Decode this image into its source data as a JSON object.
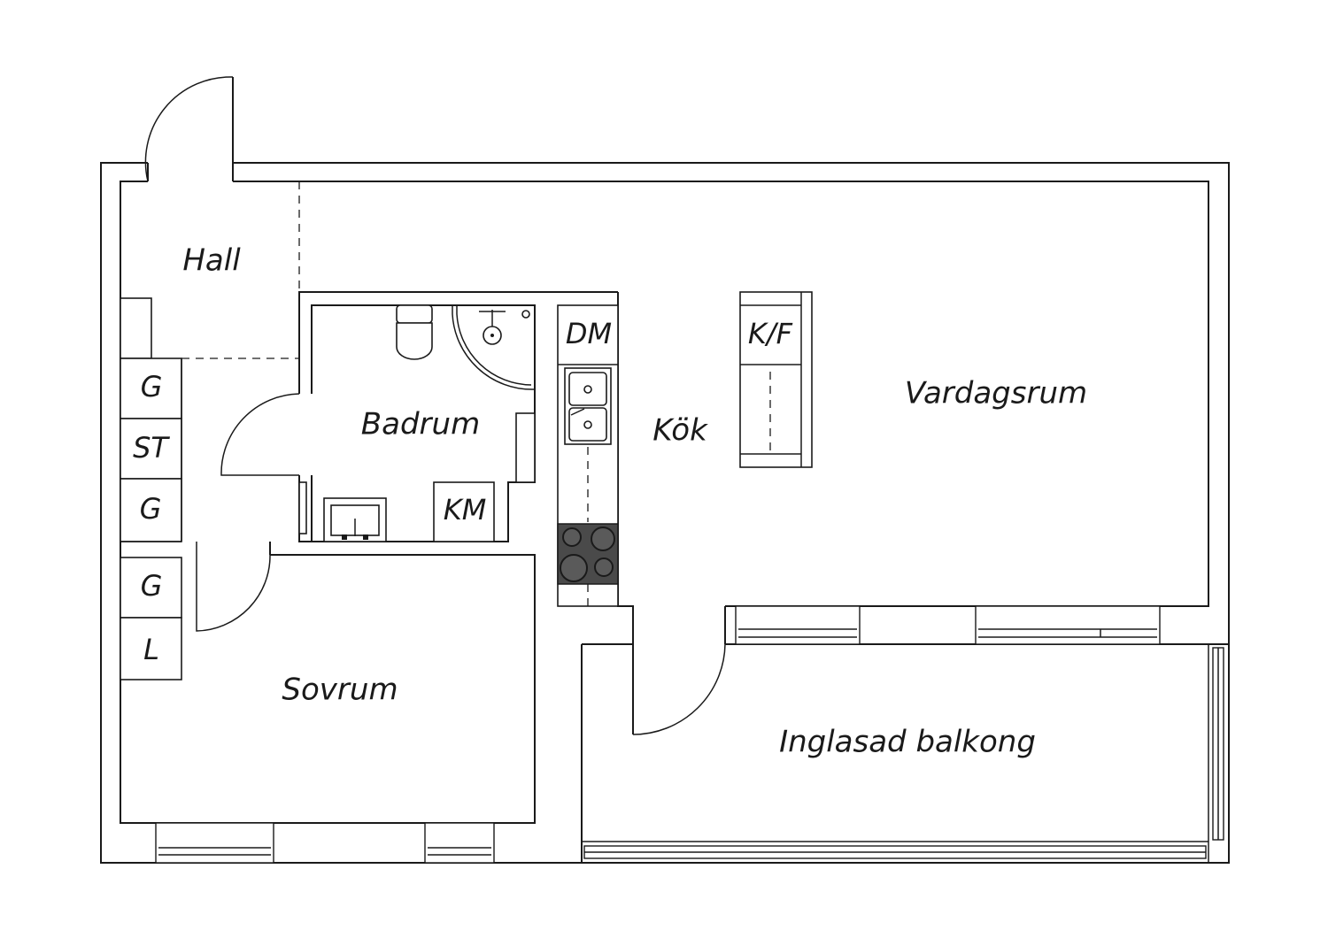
{
  "rooms": {
    "hall": "Hall",
    "badrum": "Badrum",
    "kok": "Kök",
    "vardagsrum": "Vardagsrum",
    "sovrum": "Sovrum",
    "balkong": "Inglasad balkong"
  },
  "fixtures": {
    "dm": "DM",
    "kf": "K/F",
    "km": "KM",
    "closet_g1": "G",
    "closet_st": "ST",
    "closet_g2": "G",
    "closet_g3": "G",
    "closet_l": "L"
  },
  "colors": {
    "line": "#1a1a1a",
    "background": "#ffffff",
    "stove": "#4a4a4a"
  }
}
